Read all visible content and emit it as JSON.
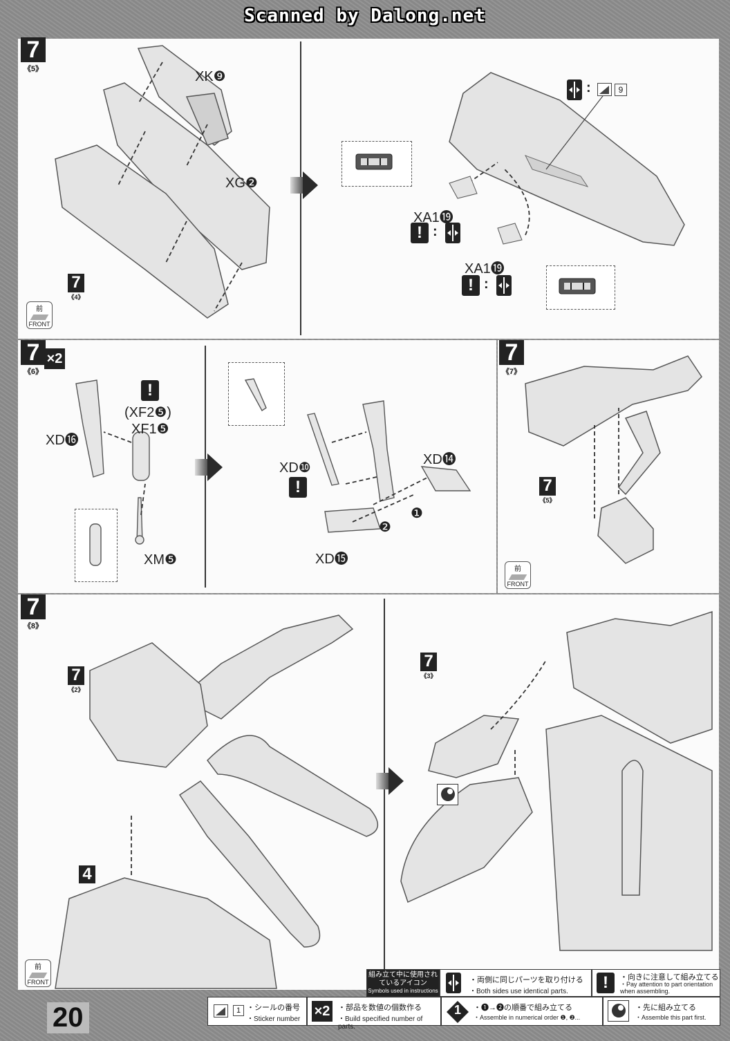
{
  "header": {
    "watermark": "Scanned by Dalong.net"
  },
  "page_number": "20",
  "front_label": {
    "jp": "前",
    "en": "FRONT"
  },
  "steps": {
    "s5": {
      "step": "7",
      "sub": "《5》",
      "parts": {
        "xk": "XK❾",
        "xg": "XG❷",
        "xa1_a": "XA1⓳",
        "xa1_b": "XA1⓳"
      },
      "ref": {
        "step": "7",
        "sub": "《4》"
      },
      "sticker_no": "9"
    },
    "s6": {
      "step": "7",
      "sub": "《6》",
      "multiplier": "×2",
      "parts": {
        "xd16": "XD⓰",
        "xf2": "(XF2❺)",
        "xf1": "XF1❺",
        "xm": "XM❺",
        "xd10": "XD❿",
        "xd14": "XD⓮",
        "xd15": "XD⓯"
      },
      "order": {
        "first": "❶",
        "second": "❷"
      }
    },
    "s7": {
      "step": "7",
      "sub": "《7》",
      "ref": {
        "step": "7",
        "sub": "《5》"
      }
    },
    "s8": {
      "step": "7",
      "sub": "《8》",
      "ref_a": {
        "step": "7",
        "sub": "《2》"
      },
      "ref_b": {
        "step": "4"
      },
      "ref_c": {
        "step": "7",
        "sub": "《3》"
      }
    }
  },
  "warning_glyph": "!",
  "legend": {
    "title_jp": "組み立て中に使用されているアイコン",
    "title_en": "Symbols used in instructions",
    "both_sides": {
      "jp": "・両側に同じパーツを取り付ける",
      "en": "・Both sides use identical parts."
    },
    "orientation": {
      "jp": "・向きに注意して組み立てる",
      "en": "・Pay attention to part orientation when assembling."
    },
    "sticker": {
      "box": "1",
      "jp": "・シールの番号",
      "en": "・Sticker number"
    },
    "multiply": {
      "icon": "×2",
      "jp": "・部品を数値の個数作る",
      "en": "・Build specified number of parts."
    },
    "order": {
      "icon": "1",
      "jp": "・❶→❷の順番で組み立てる",
      "en": "・Assemble in numerical order ❶, ❷..."
    },
    "first": {
      "jp": "・先に組み立てる",
      "en": "・Assemble this part first."
    }
  },
  "icons": [
    "mirror-icon",
    "warning-icon",
    "sticker-icon",
    "multiply-icon",
    "order-icon",
    "first-icon",
    "front-icon",
    "next-arrow-icon"
  ]
}
